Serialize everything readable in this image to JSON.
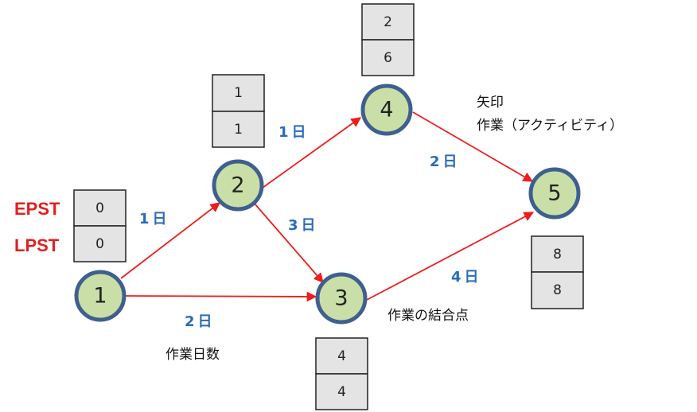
{
  "nodes": [
    {
      "id": "1",
      "label": "1"
    },
    {
      "id": "2",
      "label": "2"
    },
    {
      "id": "3",
      "label": "3"
    },
    {
      "id": "4",
      "label": "4"
    },
    {
      "id": "5",
      "label": "5"
    }
  ],
  "boxes": [
    {
      "node": "1",
      "epst": "0",
      "lpst": "0"
    },
    {
      "node": "2",
      "epst": "1",
      "lpst": "1"
    },
    {
      "node": "3",
      "epst": "4",
      "lpst": "4"
    },
    {
      "node": "4",
      "epst": "2",
      "lpst": "6"
    },
    {
      "node": "5",
      "epst": "8",
      "lpst": "8"
    }
  ],
  "edges": [
    {
      "from": "1",
      "to": "2",
      "duration": "1日"
    },
    {
      "from": "1",
      "to": "3",
      "duration": "2日"
    },
    {
      "from": "2",
      "to": "4",
      "duration": "1日"
    },
    {
      "from": "2",
      "to": "3",
      "duration": "3日"
    },
    {
      "from": "4",
      "to": "5",
      "duration": "2日"
    },
    {
      "from": "3",
      "to": "5",
      "duration": "4日"
    }
  ],
  "legend": {
    "epst": "EPST",
    "lpst": "LPST"
  },
  "annotations": {
    "arrow_line1": "矢印",
    "arrow_line2": "作業（アクティビティ）",
    "junction": "作業の結合点",
    "work_days": "作業日数"
  },
  "colors": {
    "arrow": "#ee1c1c",
    "node_fill": "#c9dfa7",
    "node_stroke": "#3f5f8f",
    "duration_text": "#2a6bb8",
    "legend_text": "#e02020"
  }
}
